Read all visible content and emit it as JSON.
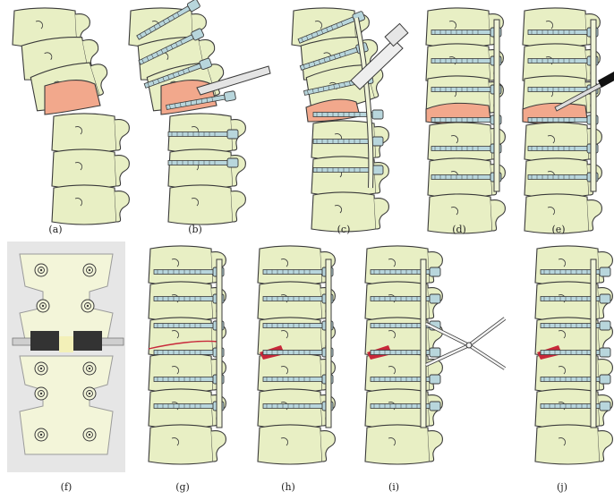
{
  "panels": [
    {
      "label": "(a)"
    },
    {
      "label": "(b)"
    },
    {
      "label": "(c)"
    },
    {
      "label": "(d)"
    },
    {
      "label": "(e)"
    },
    {
      "label": "(f)"
    },
    {
      "label": "(g)"
    },
    {
      "label": "(h)"
    },
    {
      "label": "(i)"
    },
    {
      "label": "(j)"
    }
  ],
  "colors": {
    "bone_fill": "#e8efc4",
    "bone_stroke": "#3a3a3a",
    "disc_fill": "#f2a88c",
    "screw_fill": "#b8d6dc",
    "rod_fill": "#f0f4d8",
    "cage_fill": "#c8283a",
    "fpanel_bg": "#e6e6e6",
    "fpanel_vert": "#f3f5d9"
  },
  "icons": {
    "scalpel": "scalpel-icon",
    "rod_holder": "rod-holder-icon",
    "chisel": "chisel-icon",
    "distractor": "distractor-icon"
  }
}
